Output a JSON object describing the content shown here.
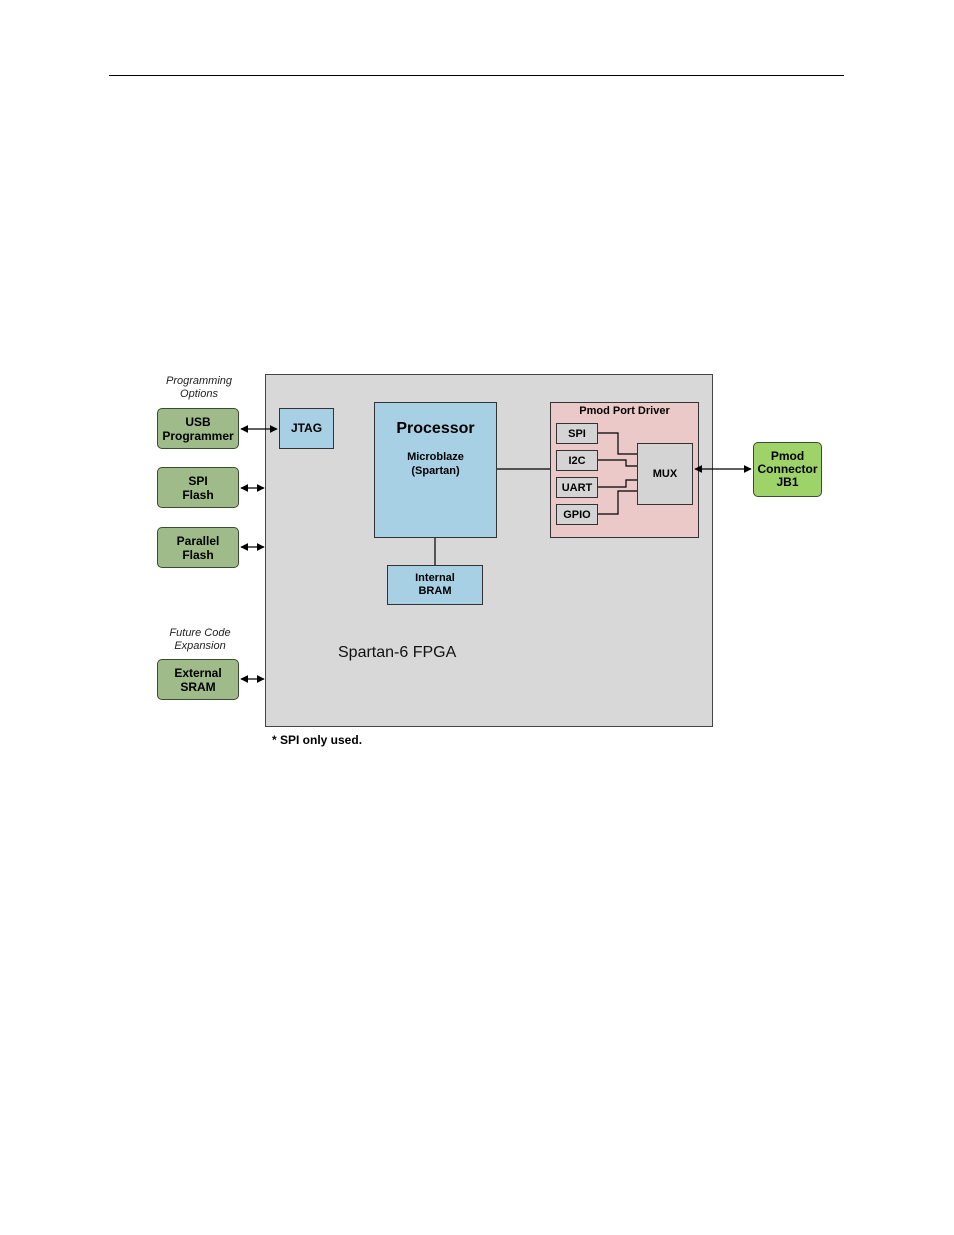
{
  "diagram": {
    "programming_options_label": "Programming\nOptions",
    "future_code_label": "Future Code\nExpansion",
    "usb_programmer": "USB\nProgrammer",
    "spi_flash": "SPI\nFlash",
    "parallel_flash": "Parallel\nFlash",
    "external_sram": "External\nSRAM",
    "jtag": "JTAG",
    "processor_title": "Processor",
    "processor_sub": "Microblaze\n(Spartan)",
    "internal_bram": "Internal\nBRAM",
    "fpga_label": "Spartan-6 FPGA",
    "pmod_port_driver": "Pmod Port Driver",
    "spi": "SPI",
    "i2c": "I2C",
    "uart": "UART",
    "gpio": "GPIO",
    "mux": "MUX",
    "pmod_connector": "Pmod\nConnector\nJB1",
    "footnote": "* SPI only used.",
    "colors": {
      "fpga_bg": "#d8d8d8",
      "external_green": "#9fbb8a",
      "pmod_green": "#9ed36a",
      "processor_blue": "#a8d0e4",
      "driver_pink": "#ecc9c9"
    }
  }
}
